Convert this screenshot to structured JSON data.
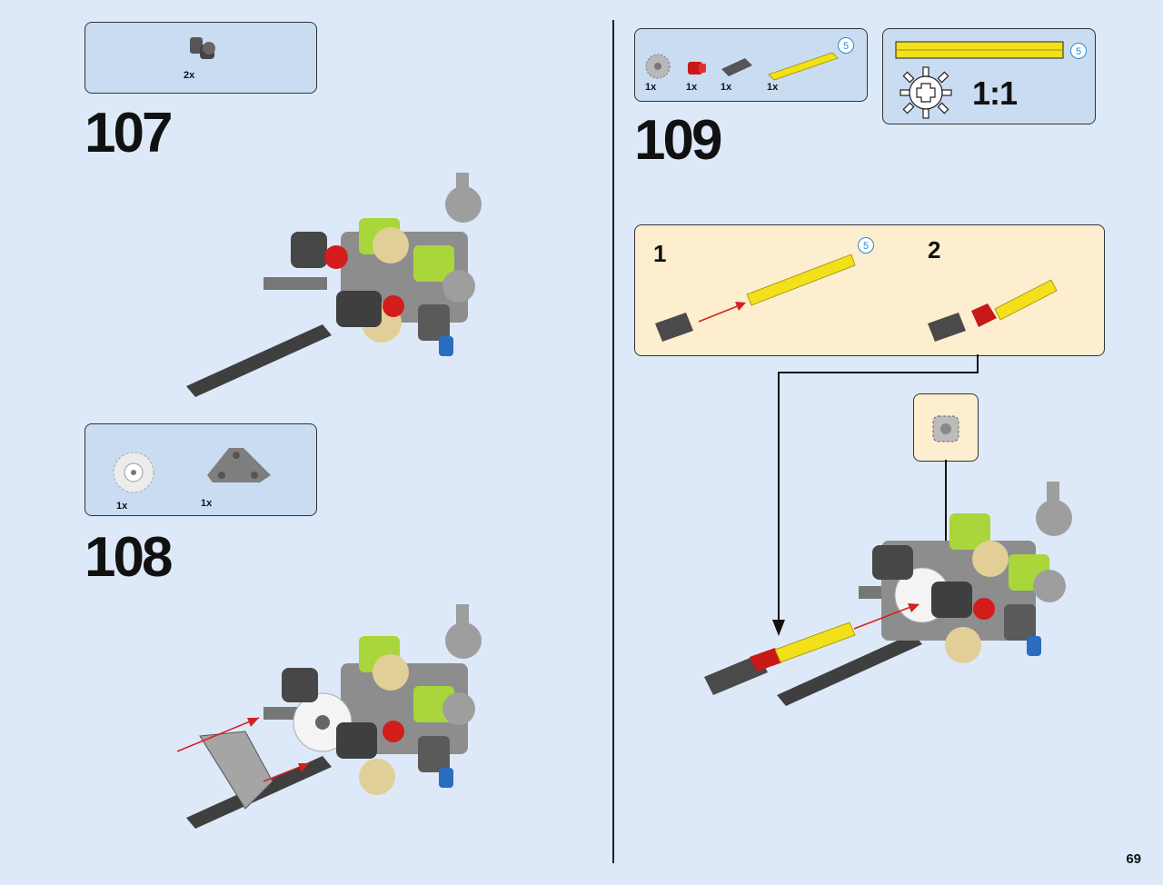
{
  "page": {
    "number": "69"
  },
  "steps": [
    {
      "number": "107",
      "parts": [
        {
          "name": "axle-connector",
          "qty": "2x"
        }
      ]
    },
    {
      "number": "108",
      "parts": [
        {
          "name": "gear-24-white",
          "qty": "1x"
        },
        {
          "name": "beam-triangle",
          "qty": "1x"
        }
      ]
    },
    {
      "number": "109",
      "parts": [
        {
          "name": "gear-12-bevel",
          "qty": "1x"
        },
        {
          "name": "bush-red",
          "qty": "1x"
        },
        {
          "name": "axle-connector-dark",
          "qty": "1x"
        },
        {
          "name": "axle-5-yellow",
          "qty": "1x",
          "length": "5"
        }
      ]
    }
  ],
  "scale_panel": {
    "length": "5",
    "ratio": "1:1"
  },
  "subassembly": {
    "step1": {
      "label": "1",
      "length": "5"
    },
    "step2": {
      "label": "2"
    }
  },
  "colors": {
    "page_bg": "#dde9f8",
    "parts_panel": "#c9dcf1",
    "subassembly_bg": "#fdeecf",
    "arrow": "#d42020",
    "lime": "#9ccc2e",
    "yellow": "#f2e01a"
  }
}
